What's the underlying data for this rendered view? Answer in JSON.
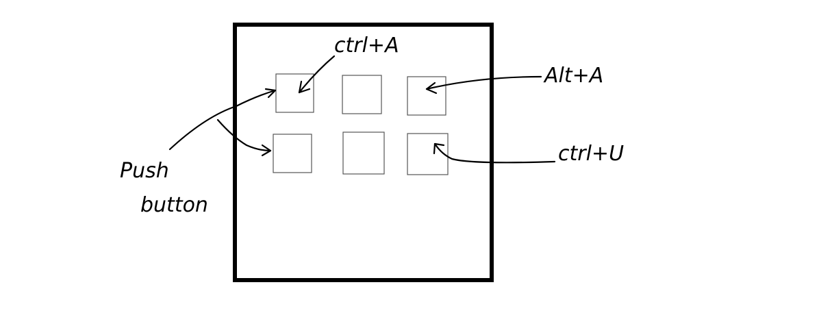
{
  "diagram": {
    "labels": {
      "ctrl_a": "ctrl+A",
      "alt_a": "Alt+A",
      "ctrl_u": "ctrl+U",
      "push_button": "Push button"
    },
    "push_button_lines": [
      "Push",
      "button"
    ],
    "button_grid": {
      "rows": 2,
      "columns": 3
    }
  }
}
